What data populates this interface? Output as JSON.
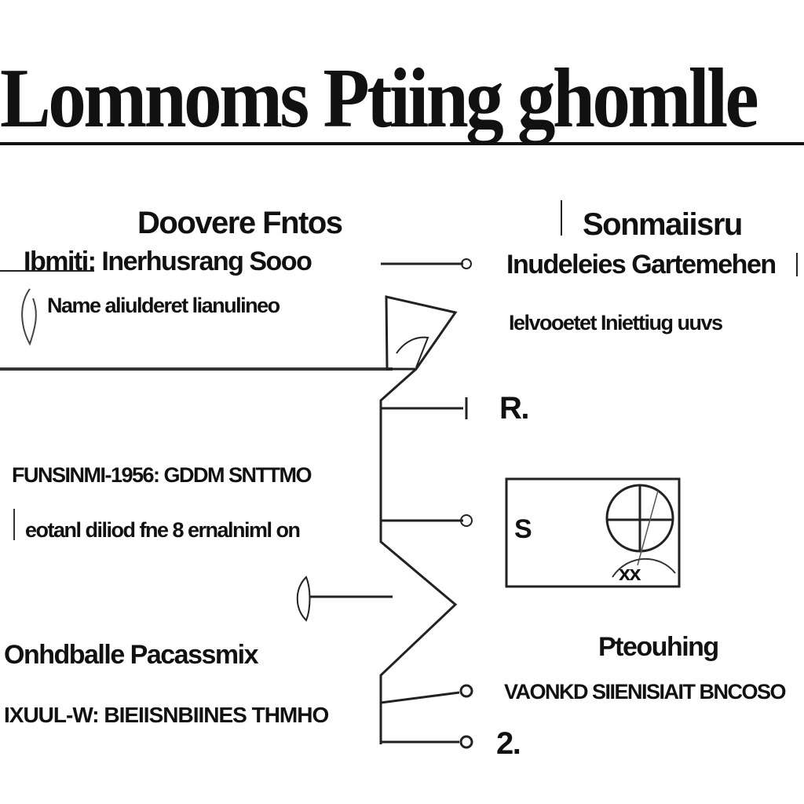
{
  "title": "Lomnoms Ptiing ghomlle",
  "left_panel": {
    "heading": "Doovere Fntos",
    "row1_label": "Ibmiti: Inerhusrang Sooo",
    "row2_label": "Name aliulderet lianulineo",
    "middle_label": "FUNSINMI-1956: GDDM SNTTMO",
    "middle_sub": "eotanl diliod fne 8 ernalniml on",
    "bottom_heading": "Onhdballe Pacassmix",
    "bottom_sub": "IXUUL-W: BIEIISNBIINES THMHO"
  },
  "right_panel": {
    "heading": "Sonmaiisru",
    "row1_label": "Inudeleies Gartemehen",
    "row2_label": "Ielvooetet Iniettiug uuvs",
    "marker_r": "R.",
    "box_symbol": "S",
    "box_caption": "xx",
    "bottom_heading": "Pteouhing",
    "bottom_sub": "VAONKD SIIENISIAIT BNCOSO",
    "marker_2": "2."
  }
}
